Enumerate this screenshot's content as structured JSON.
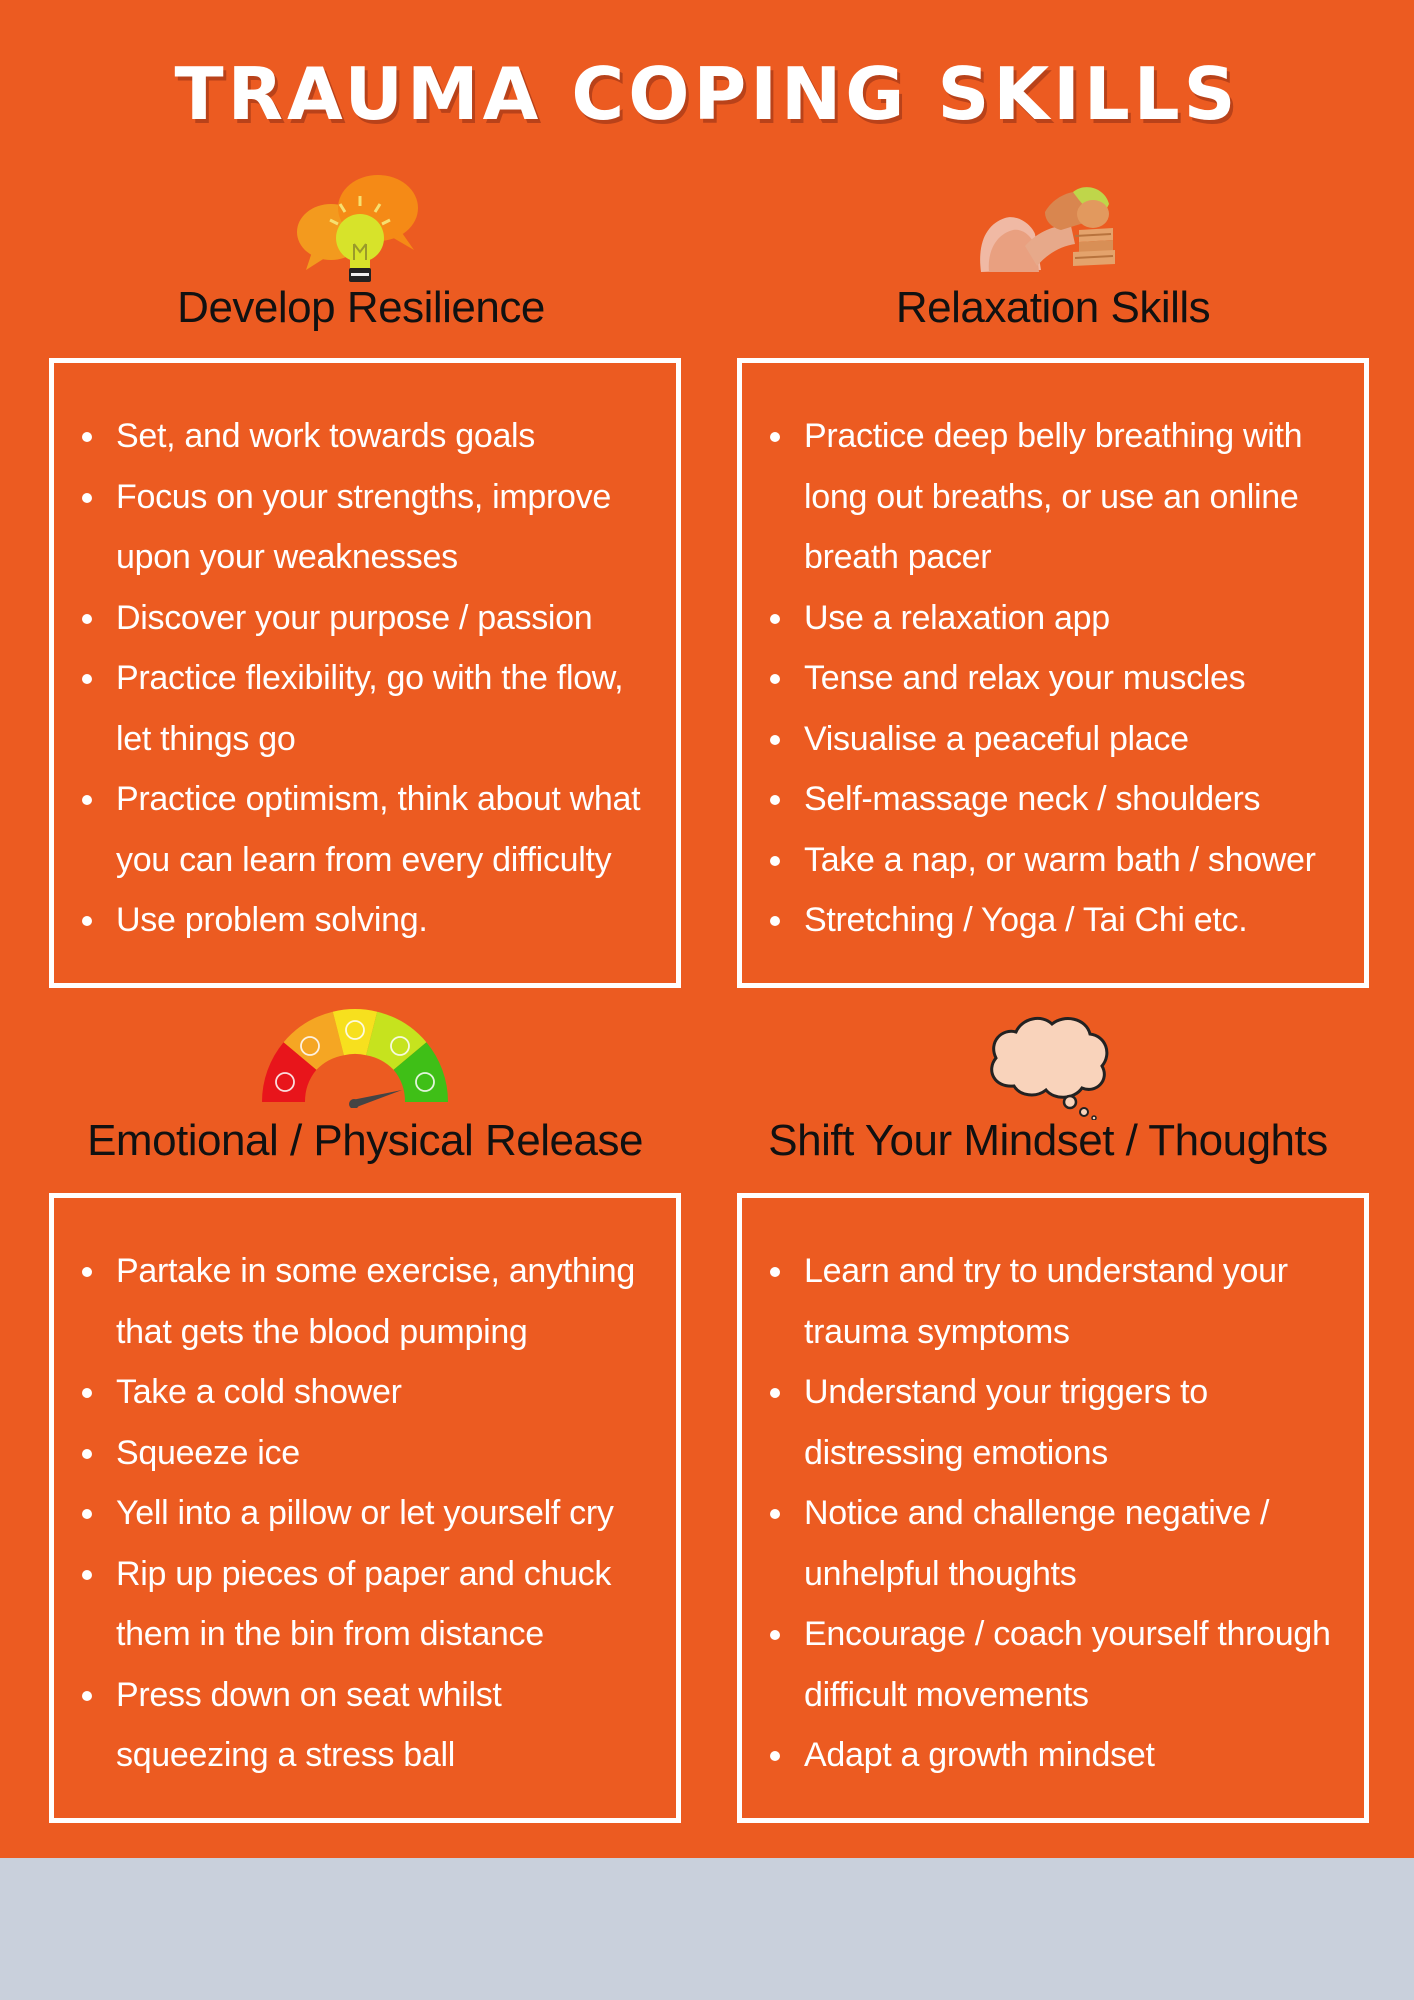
{
  "title": "TRAUMA COPING SKILLS",
  "colors": {
    "background": "#ec5b21",
    "footer": "#c9d0dc",
    "heading": "#111111",
    "text": "#ffffff"
  },
  "sections": [
    {
      "heading": "Develop Resilience",
      "icon": "lightbulb-speech-bubbles-icon",
      "items": [
        "Set, and work towards goals",
        "Focus on your strengths, improve upon your weaknesses",
        "Discover your purpose / passion",
        "Practice flexibility, go with the flow, let things go",
        "Practice optimism, think about what you can learn from every difficulty",
        "Use problem solving."
      ]
    },
    {
      "heading": "Relaxation Skills",
      "icon": "spa-massage-icon",
      "items": [
        "Practice deep belly breathing with long out breaths, or use an online breath pacer",
        "Use a relaxation app",
        "Tense and relax your muscles",
        "Visualise a peaceful place",
        "Self-massage neck / shoulders",
        "Take a nap, or warm bath / shower",
        "Stretching / Yoga / Tai Chi etc."
      ]
    },
    {
      "heading": "Emotional / Physical Release",
      "icon": "mood-gauge-icon",
      "items": [
        "Partake in some exercise, anything that gets the blood pumping",
        "Take a cold shower",
        "Squeeze ice",
        "Yell into a pillow or let yourself cry",
        "Rip up pieces of paper and chuck them in the bin from distance",
        "Press down on seat whilst squeezing a stress ball"
      ]
    },
    {
      "heading": "Shift Your Mindset / Thoughts",
      "icon": "thought-cloud-icon",
      "items": [
        "Learn and try to understand your trauma symptoms",
        "Understand your triggers to distressing emotions",
        "Notice and challenge negative / unhelpful thoughts",
        "Encourage / coach yourself through difficult movements",
        "Adapt a growth mindset"
      ]
    }
  ]
}
